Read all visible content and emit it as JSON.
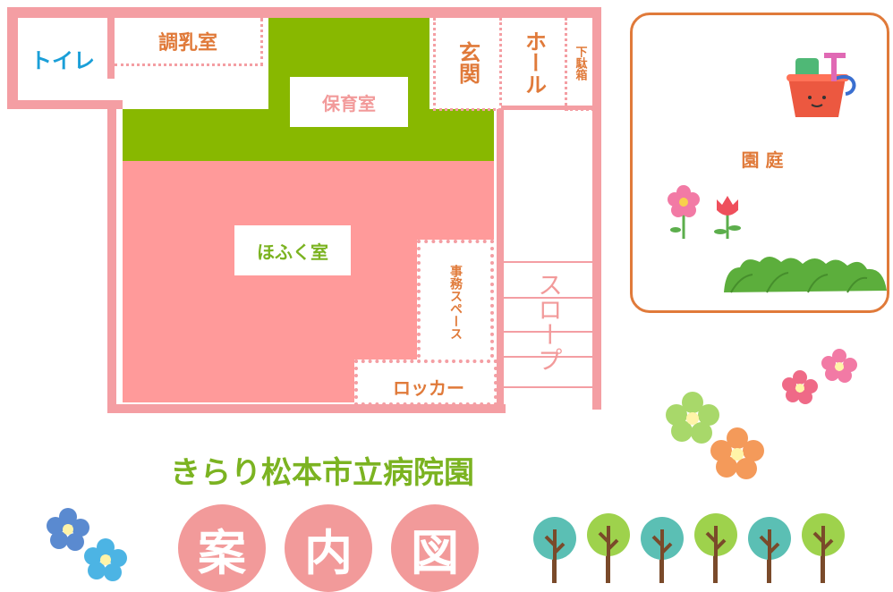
{
  "rooms": {
    "toilet": "トイレ",
    "formula_room": "調乳室",
    "nursery_room": "保育室",
    "entrance": "玄関",
    "hall": "ホール",
    "shoe_box": "下駄箱",
    "childcare_room": "ほふく室",
    "office_space": "事務スペース",
    "lockers": "ロッカー",
    "slope": "スロープ",
    "garden": "園 庭"
  },
  "title": "きらり松本市立病院園",
  "subtitle_chars": [
    "案",
    "内",
    "図"
  ],
  "colors": {
    "wall": "#f49ea3",
    "nursery_green": "#88b800",
    "childcare_pink": "#ff9a9a",
    "label_orange": "#e07a3a",
    "label_blue": "#1a9fd8",
    "garden_border": "#e07a3a",
    "title_green": "#7bb321",
    "circle_pink": "#f29a9a"
  },
  "decorations": [
    "sand-bucket-icon",
    "flower-icon",
    "tulip-icon",
    "bush-icon",
    "tree-icon"
  ]
}
